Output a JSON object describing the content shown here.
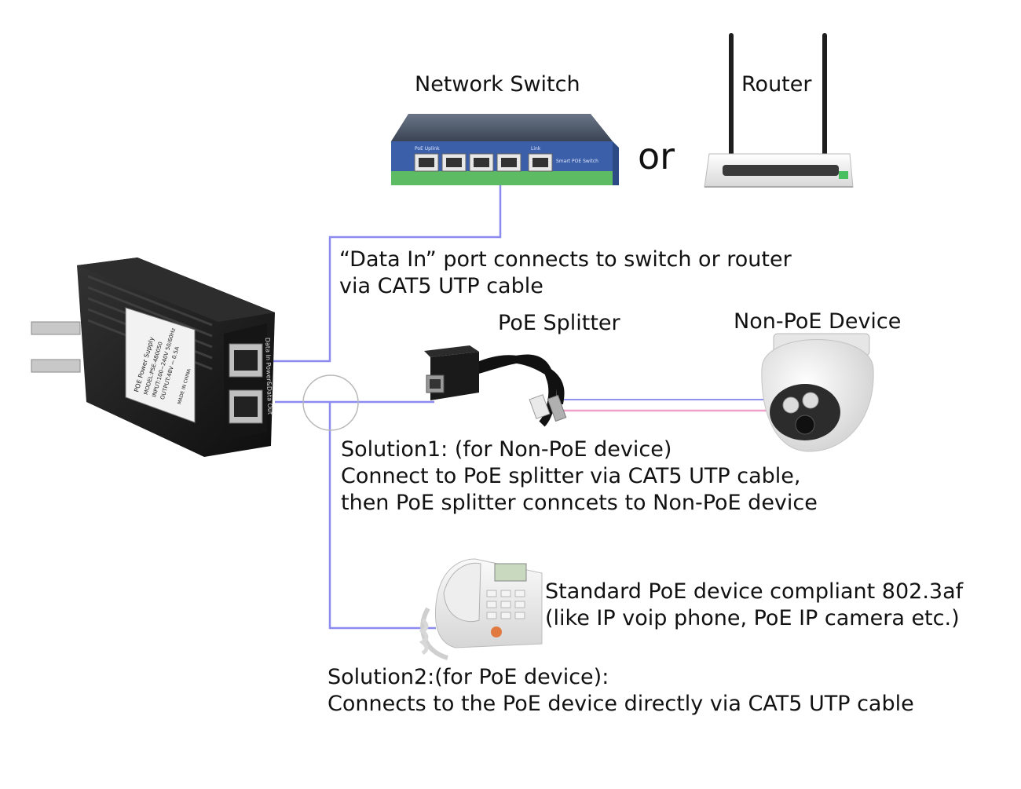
{
  "labels": {
    "switch": "Network Switch",
    "router": "Router",
    "or": "or",
    "splitter": "PoE Splitter",
    "non_poe_device": "Non-PoE Device"
  },
  "notes": {
    "data_in": [
      "“Data In” port connects to switch or router",
      "via CAT5 UTP cable"
    ],
    "solution1": [
      "Solution1: (for Non-PoE device)",
      "Connect to PoE splitter via CAT5 UTP cable,",
      "then PoE splitter conncets to Non-PoE device"
    ],
    "standard": [
      "Standard PoE device compliant 802.3af",
      "(like IP voip phone, PoE IP camera etc.)"
    ],
    "solution2": [
      "Solution2:(for PoE device):",
      "Connects to the PoE device directly via CAT5 UTP cable"
    ]
  },
  "device_text": {
    "switch_ports": "PoE   Uplink",
    "switch_link": "Link",
    "switch_model": "Smart POE Switch",
    "injector_line1": "POE Power Supply",
    "injector_line2": "MODEL:PSE-480050",
    "injector_line3": "INPUT:100~240V 50/60Hz",
    "injector_line4": "OUTPUT:48V ⎓ 0.5A",
    "injector_line5": "MADE IN CHINA",
    "injector_port_label": "Data In  Power&Data Out"
  },
  "colors": {
    "cable": "#8a8af0",
    "dc_cable": "#f0a0c8",
    "device_black": "#1b1b1b",
    "switch_blue": "#3b5fa8",
    "switch_green": "#5dbb63"
  }
}
